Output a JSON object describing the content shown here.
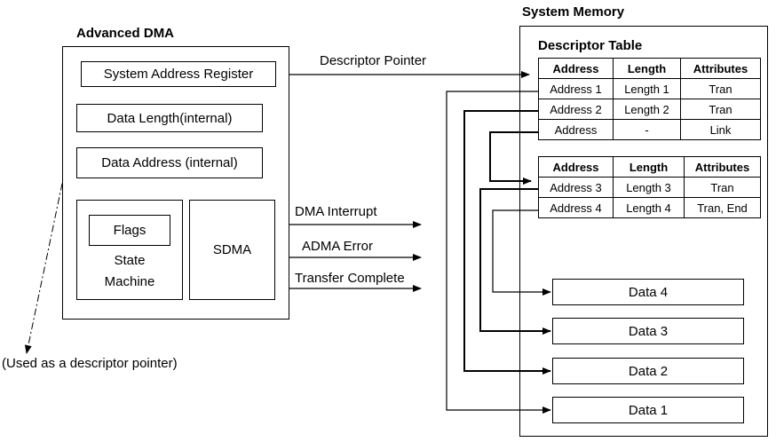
{
  "advanced_dma": {
    "title": "Advanced DMA",
    "system_address_register": "System Address Register",
    "data_length": "Data Length(internal)",
    "data_address": "Data Address (internal)",
    "flags": "Flags",
    "state_machine_line1": "State",
    "state_machine_line2": "Machine",
    "sdma": "SDMA"
  },
  "signals": {
    "descriptor_pointer": "Descriptor Pointer",
    "dma_interrupt": "DMA Interrupt",
    "adma_error": "ADMA Error",
    "transfer_complete": "Transfer Complete"
  },
  "note": "(Used as a descriptor pointer)",
  "system_memory": {
    "title": "System Memory",
    "descriptor_table_title": "Descriptor Table",
    "table1": {
      "headers": [
        "Address",
        "Length",
        "Attributes"
      ],
      "rows": [
        [
          "Address 1",
          "Length 1",
          "Tran"
        ],
        [
          "Address 2",
          "Length 2",
          "Tran"
        ],
        [
          "Address",
          "-",
          "Link"
        ]
      ]
    },
    "table2": {
      "headers": [
        "Address",
        "Length",
        "Attributes"
      ],
      "rows": [
        [
          "Address 3",
          "Length 3",
          "Tran"
        ],
        [
          "Address 4",
          "Length 4",
          "Tran, End"
        ]
      ]
    },
    "data_blocks": [
      "Data 4",
      "Data 3",
      "Data 2",
      "Data 1"
    ]
  }
}
